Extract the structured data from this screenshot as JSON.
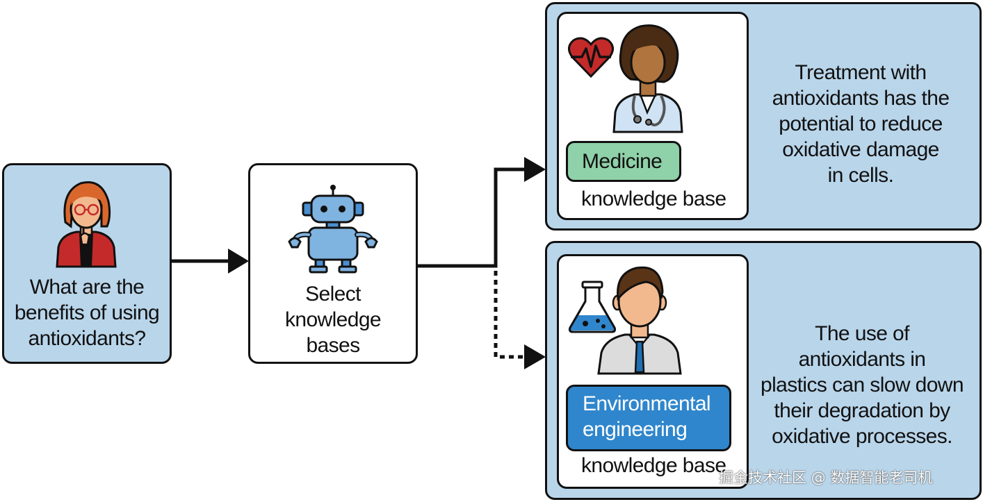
{
  "user": {
    "question": "What are the\nbenefits of using\nantioxidants?",
    "icon": "person-icon"
  },
  "selector": {
    "label": "Select\nknowledge\nbases",
    "icon": "robot-icon"
  },
  "medicine": {
    "tag": "Medicine",
    "kb_label": "knowledge base",
    "answer": "Treatment with\nantioxidants has the\npotential to reduce\noxidative damage\nin cells.",
    "icons": [
      "heart-pulse-icon",
      "doctor-icon"
    ],
    "tag_color": "#8fd1a8"
  },
  "environmental": {
    "tag": "Environmental\nengineering",
    "kb_label": "knowledge base",
    "answer": "The use of\nantioxidants in\nplastics can slow down\ntheir degradation by\noxidative processes.",
    "icons": [
      "flask-icon",
      "engineer-icon"
    ],
    "tag_color": "#2f86cc"
  },
  "colors": {
    "panel_blue": "#b9d5ea",
    "outline": "#111111"
  },
  "watermark": "掘金技术社区 @ 数据智能老司机"
}
